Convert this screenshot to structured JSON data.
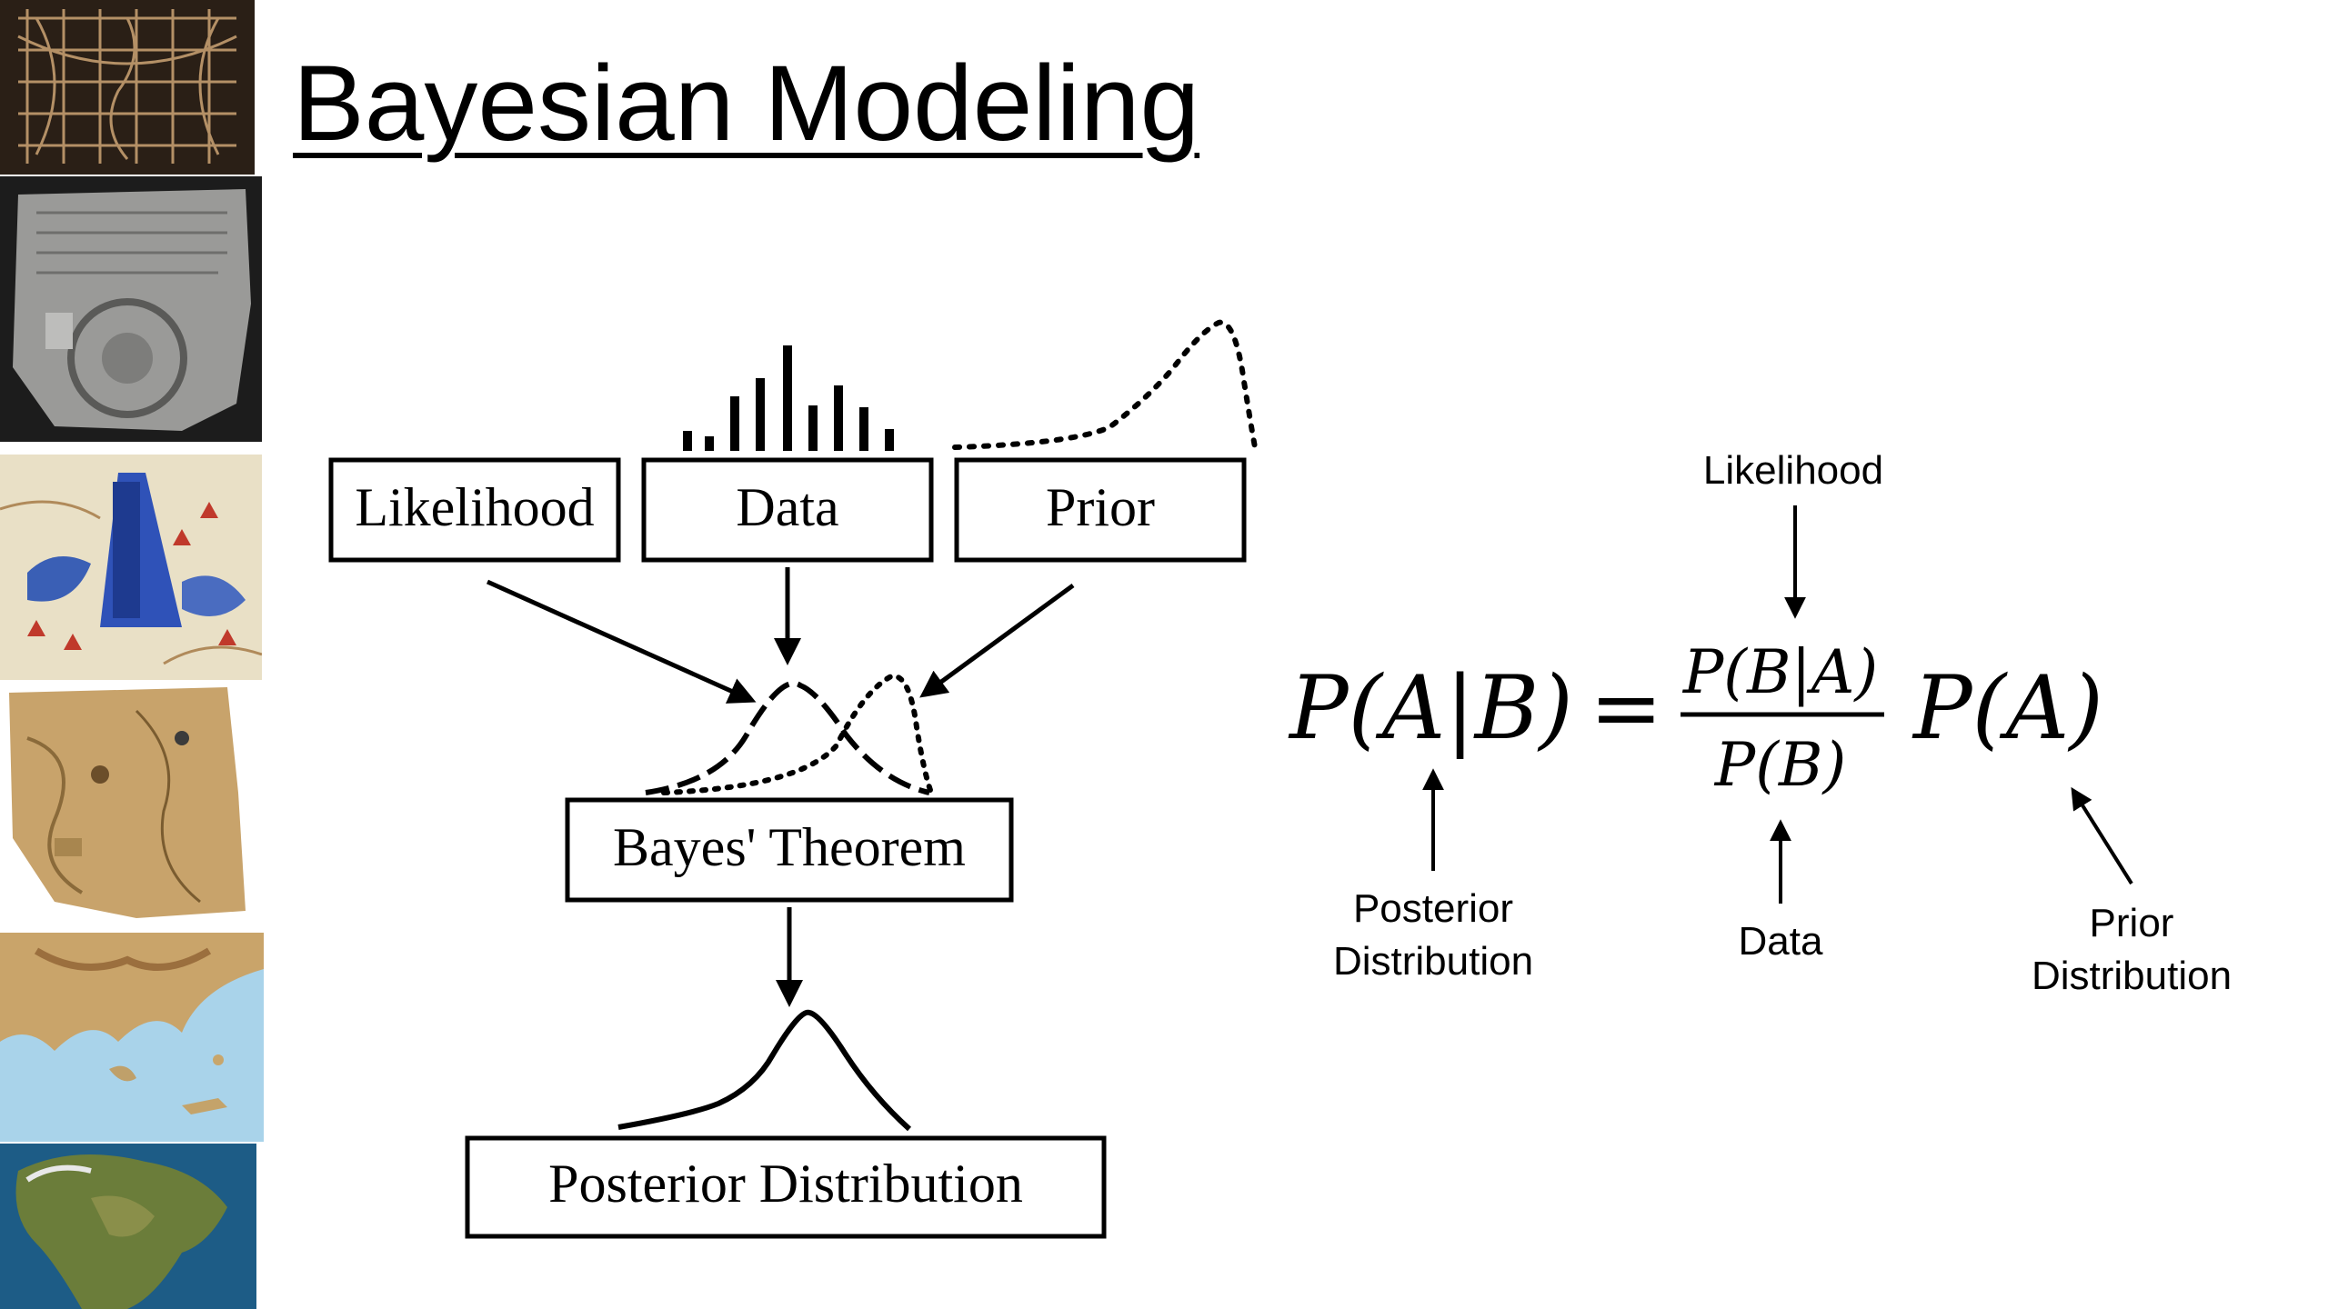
{
  "slide": {
    "title": "Bayesian Modeling"
  },
  "thumbnails": [
    {
      "name": "wooden-grid-map-thumbnail"
    },
    {
      "name": "clay-tablet-map-thumbnail"
    },
    {
      "name": "painted-illustrated-map-thumbnail"
    },
    {
      "name": "parchment-map-thumbnail"
    },
    {
      "name": "relief-map-thumbnail"
    },
    {
      "name": "globe-satellite-map-thumbnail"
    }
  ],
  "flowchart": {
    "likelihood": "Likelihood",
    "data": "Data",
    "prior": "Prior",
    "bayes": "Bayes' Theorem",
    "posterior": "Posterior Distribution"
  },
  "equation": {
    "lhs": "P(A|B)",
    "equals": "=",
    "numerator": "P(B|A)",
    "denominator": "P(B)",
    "rhs": "P(A)",
    "labels": {
      "likelihood": "Likelihood",
      "posterior_line1": "Posterior",
      "posterior_line2": "Distribution",
      "data": "Data",
      "prior_line1": "Prior",
      "prior_line2": "Distribution"
    }
  },
  "colors": {
    "ink": "#000000",
    "background": "#ffffff"
  }
}
